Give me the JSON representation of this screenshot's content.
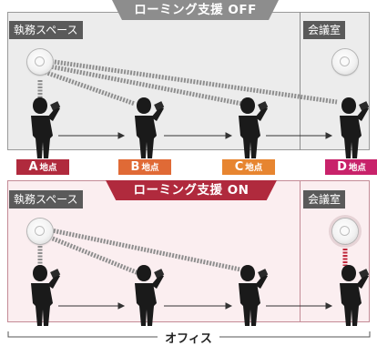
{
  "banner_off": "ローミング支援  OFF",
  "banner_on": "ローミング支援  ON",
  "room_office_off": "執務スペース",
  "room_meeting_off": "会議室",
  "room_office_on": "執務スペース",
  "room_meeting_on": "会議室",
  "points": [
    {
      "letter": "A",
      "suffix": "地点",
      "color": "#b02a3d"
    },
    {
      "letter": "B",
      "suffix": "地点",
      "color": "#e06a36"
    },
    {
      "letter": "C",
      "suffix": "地点",
      "color": "#e78530"
    },
    {
      "letter": "D",
      "suffix": "地点",
      "color": "#c8226a"
    }
  ],
  "office_label": "オフィス"
}
